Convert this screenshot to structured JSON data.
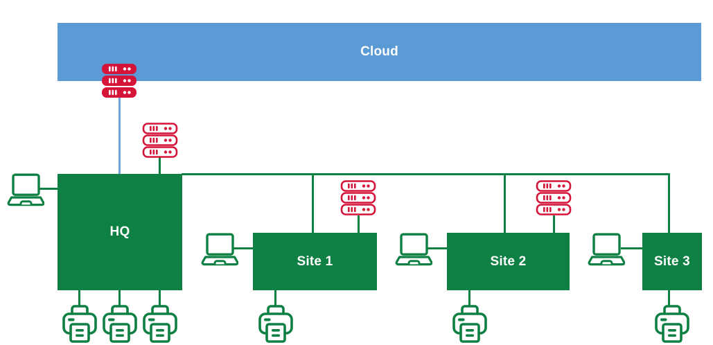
{
  "cloud": {
    "label": "Cloud"
  },
  "nodes": {
    "hq": {
      "label": "HQ"
    },
    "site1": {
      "label": "Site 1"
    },
    "site2": {
      "label": "Site 2"
    },
    "site3": {
      "label": "Site 3"
    }
  },
  "colors": {
    "cloud_blue": "#5B9BD5",
    "green": "#0E8043",
    "red": "#D5143A",
    "blue_line": "#6FA3DC",
    "label_text": "#FFFFFF",
    "background": "#FFFFFF"
  },
  "icons": {
    "rack-server-filled-icon": "stack of 3 red filled rack servers (white bars and dots)",
    "rack-server-outline-icon": "stack of 3 red outlined rack servers (white fill)",
    "laptop-icon": "green outlined laptop",
    "printer-icon": "green outlined printer"
  }
}
